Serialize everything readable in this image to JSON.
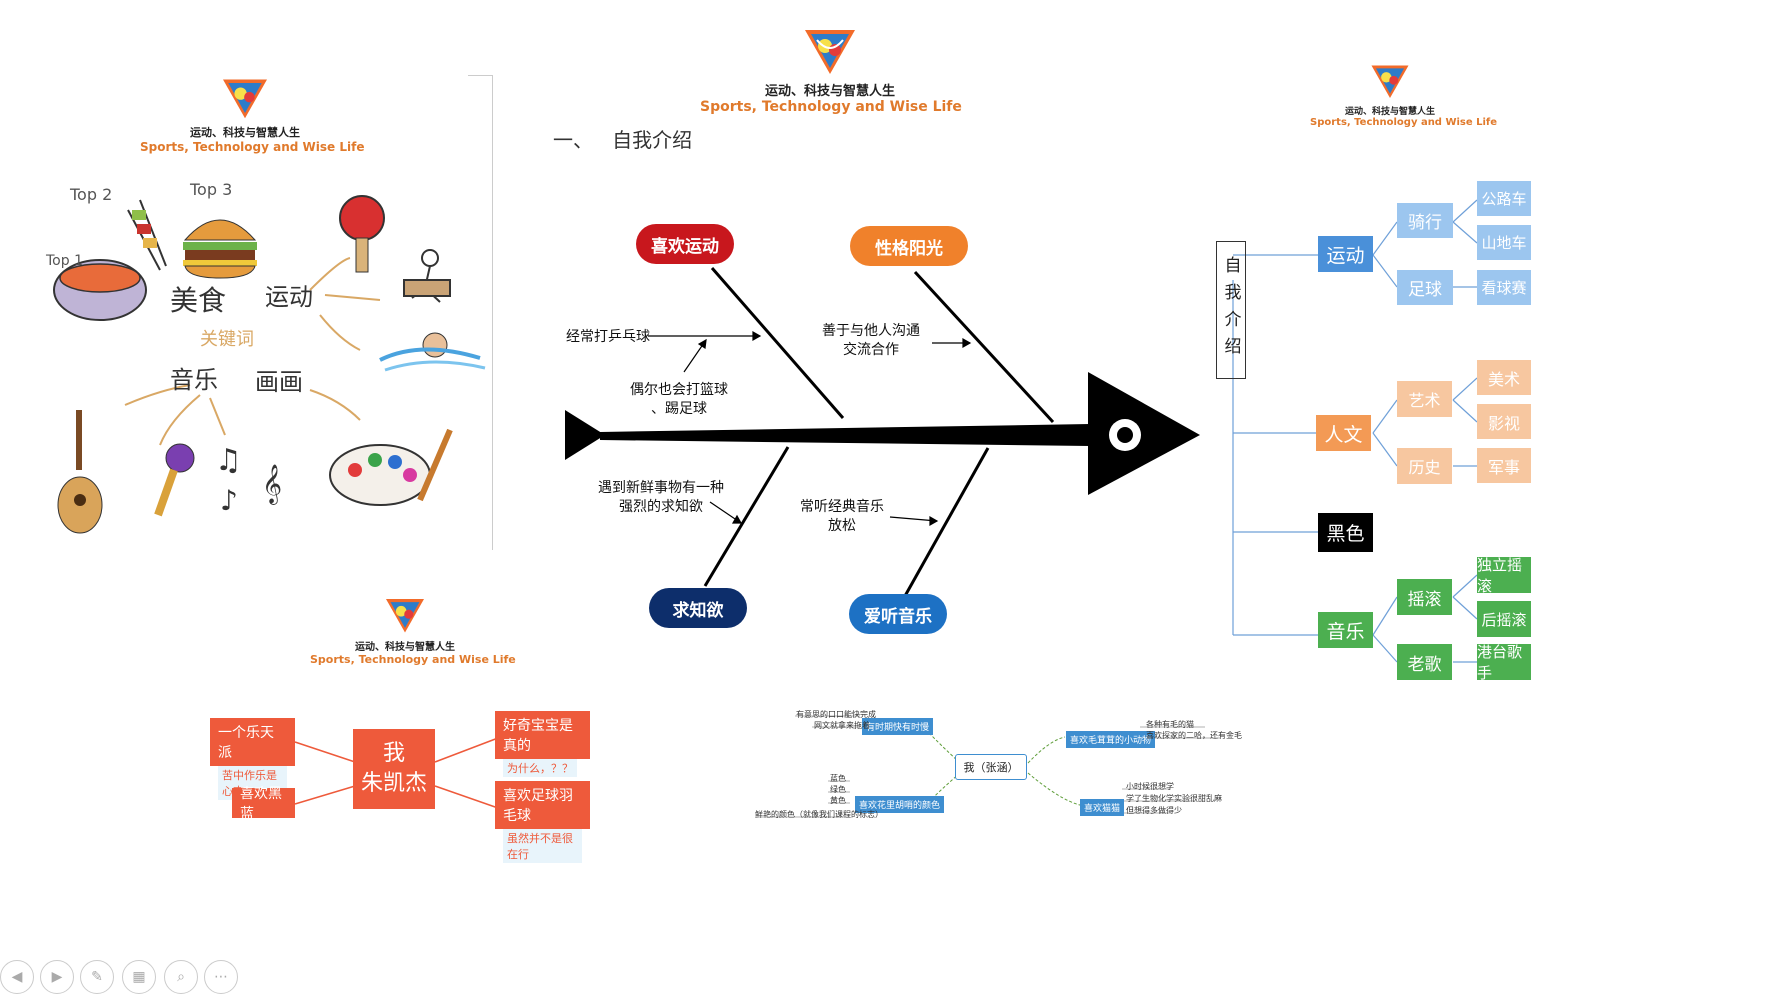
{
  "logo": {
    "cn": "运动、科技与智慧人生",
    "en": "Sports, Technology and Wise Life"
  },
  "heading": "一、   自我介绍",
  "doodle": {
    "words": [
      "美食",
      "运动",
      "音乐",
      "画画"
    ],
    "keyword": "关键词",
    "tops": [
      "Top 1",
      "Top 2",
      "Top 3"
    ]
  },
  "fishbone": {
    "top_left": "喜欢运动",
    "top_right": "性格阳光",
    "bottom_left": "求知欲",
    "bottom_right": "爱听音乐",
    "notes": [
      "经常打乒乓球",
      "偶尔也会打篮球\n、踢足球",
      "善于与他人沟通\n交流合作",
      "遇到新鲜事物有一种\n强烈的求知欲",
      "常听经典音乐\n放松"
    ]
  },
  "tree": {
    "root": "自我介绍",
    "branches": [
      {
        "label": "运动",
        "children": [
          {
            "label": "骑行",
            "leaves": [
              "公路车",
              "山地车"
            ]
          },
          {
            "label": "足球",
            "leaves": [
              "看球赛"
            ]
          }
        ]
      },
      {
        "label": "人文",
        "children": [
          {
            "label": "艺术",
            "leaves": [
              "美术",
              "影视"
            ]
          },
          {
            "label": "历史",
            "leaves": [
              "军事"
            ]
          }
        ]
      },
      {
        "label": "黑色",
        "children": []
      },
      {
        "label": "音乐",
        "children": [
          {
            "label": "摇滚",
            "leaves": [
              "独立摇滚",
              "后摇滚"
            ]
          },
          {
            "label": "老歌",
            "leaves": [
              "港台歌手"
            ]
          }
        ]
      }
    ]
  },
  "redmap": {
    "center": "我\n朱凯杰",
    "left1": "一个乐天派",
    "left1_sub": "苦中作乐是心态",
    "left2": "喜欢黑蓝",
    "right1": "好奇宝宝是真的",
    "right1_sub": "为什么，？？",
    "right2": "喜欢足球羽毛球",
    "right2_sub": "虽然并不是很在行"
  },
  "bluemap": {
    "center": "我（张涵）",
    "b1": "有时期快有时慢",
    "b1_notes": [
      "有意思的口口能快完成",
      "网文就拿来拖着"
    ],
    "b2": "喜欢花里胡哨的颜色",
    "b2_notes": [
      "蓝色",
      "绿色",
      "黄色",
      "鲜艳的颜色（就像我们课程的标志）"
    ],
    "b3": "喜欢毛茸茸的小动物",
    "b3_notes": [
      "各种有毛的猫",
      "喜欢探家的二哈，还有金毛"
    ],
    "b4": "喜欢猫猫",
    "b4_notes": [
      "小时候很想学",
      "学了生物化学实验很甜乱麻",
      "但想得多做得少"
    ]
  },
  "colors": {
    "orange": "#f0812b",
    "red": "#d41e1e",
    "navy": "#0d2e6b",
    "blue": "#1d71c4",
    "green": "#4caf50",
    "peach": "#f7c7a0",
    "lightblue": "#9cc6ef"
  },
  "toolbar": [
    "prev-icon",
    "next-icon",
    "pen-icon",
    "slides-icon",
    "zoom-icon",
    "more-icon"
  ]
}
